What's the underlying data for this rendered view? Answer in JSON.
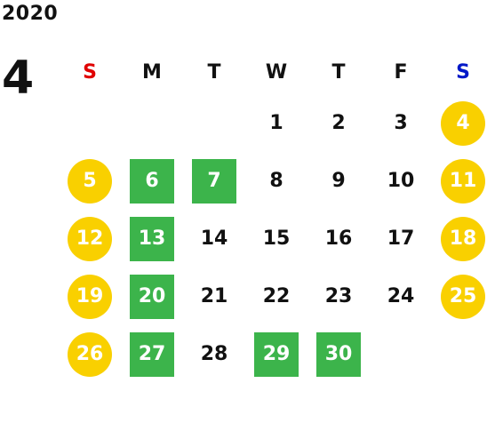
{
  "year": "2020",
  "month": "4",
  "weekdays": [
    "S",
    "M",
    "T",
    "W",
    "T",
    "F",
    "S"
  ],
  "weeks": [
    [
      {
        "label": ""
      },
      {
        "label": ""
      },
      {
        "label": ""
      },
      {
        "label": "1"
      },
      {
        "label": "2"
      },
      {
        "label": "3"
      },
      {
        "label": "4",
        "style": "weekend"
      }
    ],
    [
      {
        "label": "5",
        "style": "weekend"
      },
      {
        "label": "6",
        "style": "holiday"
      },
      {
        "label": "7",
        "style": "holiday"
      },
      {
        "label": "8"
      },
      {
        "label": "9"
      },
      {
        "label": "10"
      },
      {
        "label": "11",
        "style": "weekend"
      }
    ],
    [
      {
        "label": "12",
        "style": "weekend"
      },
      {
        "label": "13",
        "style": "holiday"
      },
      {
        "label": "14"
      },
      {
        "label": "15"
      },
      {
        "label": "16"
      },
      {
        "label": "17"
      },
      {
        "label": "18",
        "style": "weekend"
      }
    ],
    [
      {
        "label": "19",
        "style": "weekend"
      },
      {
        "label": "20",
        "style": "holiday"
      },
      {
        "label": "21"
      },
      {
        "label": "22"
      },
      {
        "label": "23"
      },
      {
        "label": "24"
      },
      {
        "label": "25",
        "style": "weekend"
      }
    ],
    [
      {
        "label": "26",
        "style": "weekend"
      },
      {
        "label": "27",
        "style": "holiday"
      },
      {
        "label": "28"
      },
      {
        "label": "29",
        "style": "holiday"
      },
      {
        "label": "30",
        "style": "holiday"
      },
      {
        "label": ""
      },
      {
        "label": ""
      }
    ]
  ],
  "colors": {
    "weekend_marker": "#f9d000",
    "holiday_marker": "#3cb44b",
    "sunday_header": "#e00000",
    "saturday_header": "#0018c8"
  }
}
